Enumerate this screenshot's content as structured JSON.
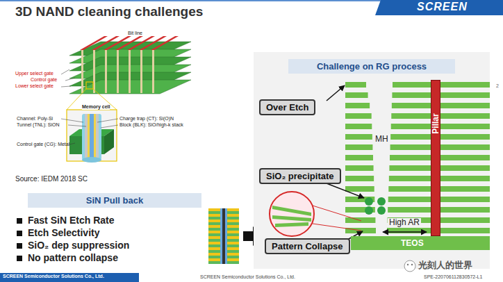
{
  "diagram": {
    "title": "3D NAND cleaning challenges",
    "nodes": [
      {
        "text": [
          "SiN Pull back"
        ]
      },
      {
        "text": [
          "Challenge on RG process"
        ]
      },
      {
        "text": [
          "Over Etch"
        ]
      },
      {
        "text": [
          "SiO₂ precipitate"
        ]
      },
      {
        "text": [
          "Pillar"
        ]
      },
      {
        "text": [
          "Pattern Collapse"
        ]
      },
      {
        "text": [
          "TEOS"
        ]
      }
    ],
    "labels": [
      "SCREEN",
      "Bit line",
      "Upper select gate",
      "Control gate",
      "Lower select gate",
      "Memory cell",
      "Channel: Poly-Si",
      "Tunnel (TNL): SiON",
      "Control gate (CG): Metal",
      "Charge trap (CT): Si(O)N",
      "Block (BLK): SiO/high-k stack",
      "Source: IEDM 2018 SC",
      "Fast SiN Etch Rate",
      "Etch Selectivity",
      "SiO₂ dep suppression",
      "No pattern collapse",
      "MH",
      "High AR",
      "SCREEN Semiconductor Solutions Co., Ltd.",
      "SCREEN Semiconductor Solutions Co., Ltd.",
      "SPE-220706112830572-L1",
      "2",
      "光刻人的世界"
    ]
  }
}
